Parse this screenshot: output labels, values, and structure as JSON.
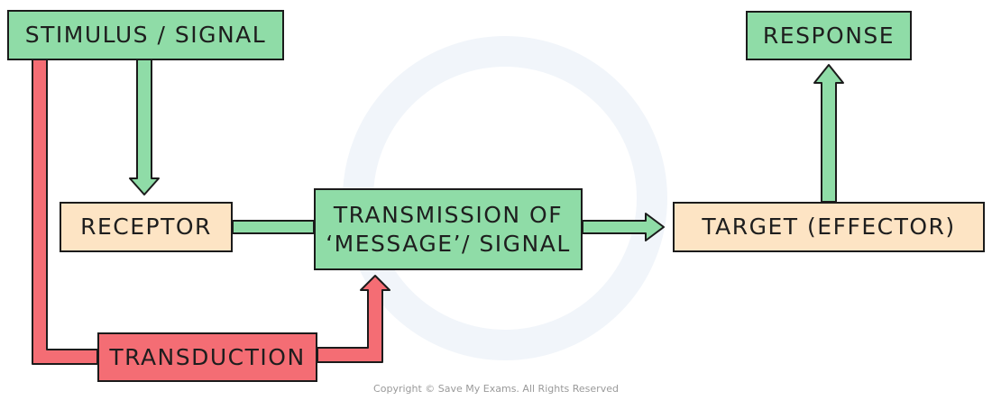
{
  "diagram": {
    "nodes": {
      "stimulus": "STIMULUS / SIGNAL",
      "response": "RESPONSE",
      "receptor": "RECEPTOR",
      "transmission_line1": "TRANSMISSION OF",
      "transmission_line2": "‘MESSAGE’/ SIGNAL",
      "target": "TARGET (EFFECTOR)",
      "transduction": "TRANSDUCTION"
    },
    "colors": {
      "green": "#8fdca7",
      "peach": "#fde4c4",
      "red": "#f46d74",
      "outline": "#1b1b1b"
    }
  },
  "footer": {
    "copyright": "Copyright © Save My Exams. All Rights Reserved"
  }
}
